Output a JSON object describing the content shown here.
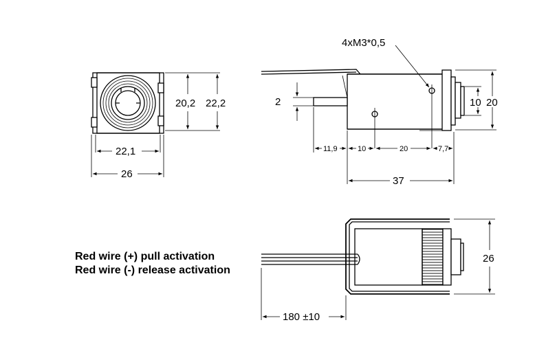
{
  "front_view": {
    "dim_height_inner": "20,2",
    "dim_height_outer": "22,2",
    "dim_width_inner": "22,1",
    "dim_width_outer": "26"
  },
  "side_view": {
    "thread_callout": "4xM3*0,5",
    "dim_plunger": "2",
    "dim_bore": "10",
    "dim_flange": "20",
    "dim_1": "11,9",
    "dim_2": "10",
    "dim_3": "20",
    "dim_4": "7,7",
    "dim_length": "37"
  },
  "bottom_view": {
    "dim_height": "26",
    "dim_wire_length": "180 ±10"
  },
  "notes": [
    "Red wire (+) pull activation",
    "Red wire (-) release activation"
  ]
}
